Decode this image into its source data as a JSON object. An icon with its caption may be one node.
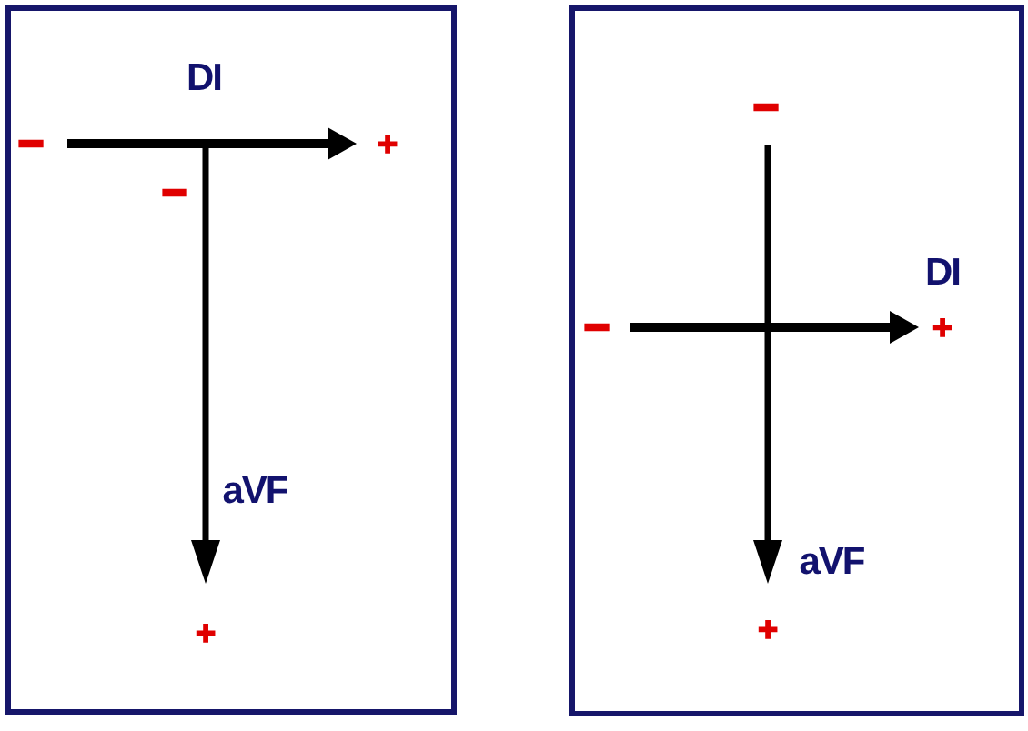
{
  "diagram": {
    "labels": [
      "DI",
      "−",
      "+",
      "−",
      "aVF",
      "+",
      "−",
      "DI",
      "−",
      "+",
      "aVF",
      "+"
    ]
  }
}
